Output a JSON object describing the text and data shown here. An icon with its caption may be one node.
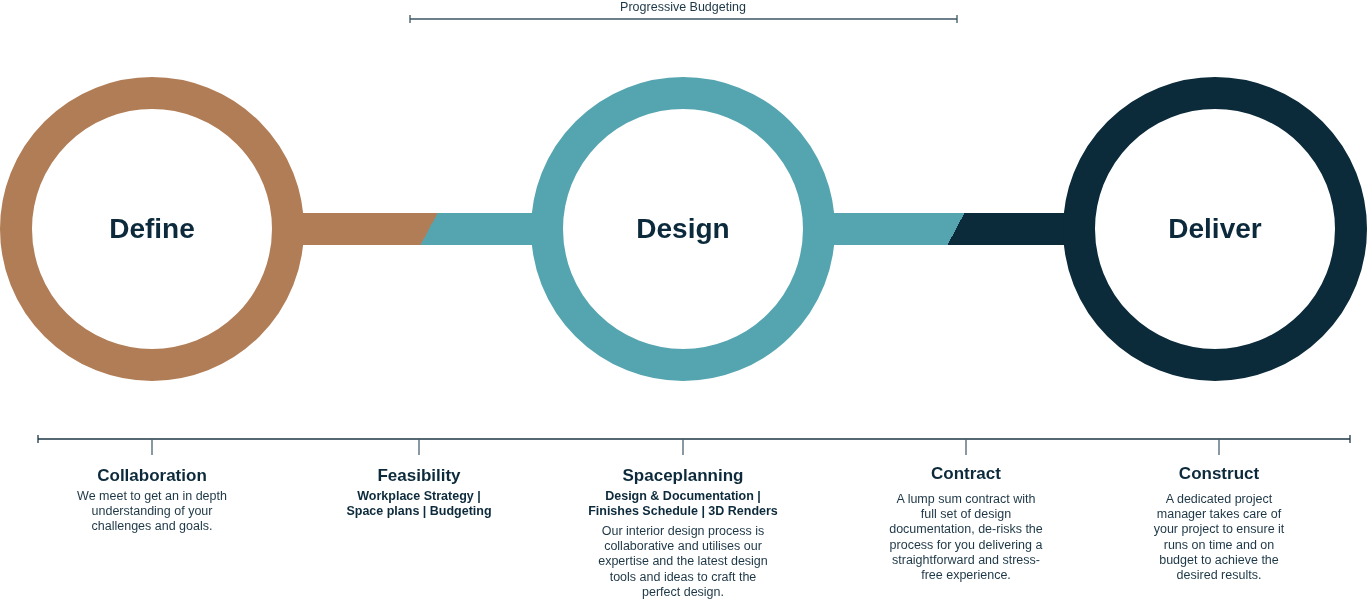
{
  "diagram": {
    "nodes": [
      {
        "text": [
          "Define"
        ]
      },
      {
        "text": [
          "Design"
        ]
      },
      {
        "text": [
          "Deliver"
        ]
      }
    ],
    "edges": [
      {
        "from": 0,
        "to": 1,
        "arrow": "none",
        "style": "thick"
      },
      {
        "from": 1,
        "to": 2,
        "arrow": "none",
        "style": "thick"
      }
    ],
    "labels": [
      "Progressive Budgeting",
      "Collaboration",
      "We meet to get an in depth understanding of your challenges and goals.",
      "Feasibility",
      "Workplace Strategy | Space plans | Budgeting",
      "Spaceplanning",
      "Design & Documentation | Finishes Schedule | 3D Renders",
      "Our interior design process is collaborative and utilises our expertise and the latest design tools and ideas to craft the perfect design.",
      "Contract",
      "A lump sum contract with full set of design documentation, de-risks the process for you delivering a straightforward and stress-free experience.",
      "Construct",
      "A dedicated project manager takes care of your project to ensure it runs on time and on budget to achieve the desired results."
    ]
  }
}
